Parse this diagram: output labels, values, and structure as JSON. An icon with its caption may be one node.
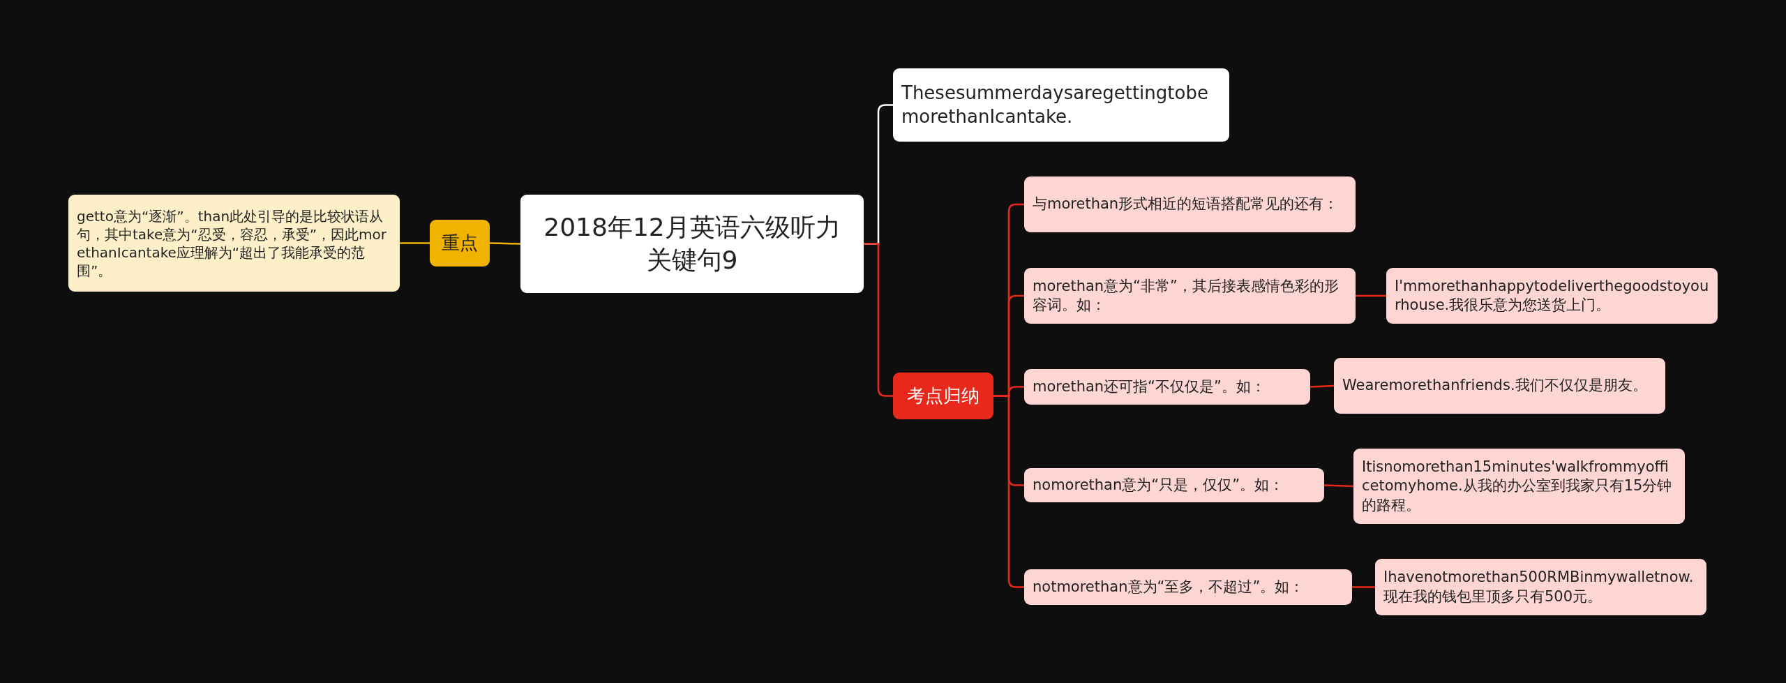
{
  "diagram": {
    "nodes": [
      {
        "text": [
          "2018年12月英语六级听力关键句9"
        ]
      },
      {
        "text": [
          "重点"
        ]
      },
      {
        "text": [
          "getto意为“逐渐”。than此处引导的是比较状语从句，其中take意为“忍受，容忍，承受”，因此morethanIcantake应理解为“超出了我能承受的范围”。"
        ]
      },
      {
        "text": [
          "ThesesummerdaysaregettingtobemorethanIcantake."
        ]
      },
      {
        "text": [
          "考点归纳"
        ]
      },
      {
        "text": [
          "与morethan形式相近的短语搭配常见的还有："
        ]
      },
      {
        "text": [
          "morethan意为“非常”，其后接表感情色彩的形容词。如："
        ]
      },
      {
        "text": [
          "I'mmorethanhappytodeliverthegoodstoyourhouse.我很乐意为您送货上门。"
        ]
      },
      {
        "text": [
          "morethan还可指“不仅仅是”。如："
        ]
      },
      {
        "text": [
          "Wearemorethanfriends.我们不仅仅是朋友。"
        ]
      },
      {
        "text": [
          "nomorethan意为“只是，仅仅”。如："
        ]
      },
      {
        "text": [
          "Itisnomorethan15minutes'walkfrommyofficetomyhome.从我的办公室到我家只有15分钟的路程。"
        ]
      },
      {
        "text": [
          "notmorethan意为“至多，不超过”。如："
        ]
      },
      {
        "text": [
          "Ihavenotmorethan500RMBinmywalletnow.现在我的钱包里顶多只有500元。"
        ]
      }
    ],
    "edges": [
      {
        "from": 0,
        "to": 1,
        "arrow": "none",
        "color": "#f0b400"
      },
      {
        "from": 1,
        "to": 2,
        "arrow": "none",
        "color": "#f0b400"
      },
      {
        "from": 0,
        "to": 3,
        "arrow": "none",
        "color": "#ffffff"
      },
      {
        "from": 0,
        "to": 4,
        "arrow": "none"
      },
      {
        "from": 4,
        "to": 5,
        "arrow": "none"
      },
      {
        "from": 4,
        "to": 6,
        "arrow": "none"
      },
      {
        "from": 4,
        "to": 8,
        "arrow": "none"
      },
      {
        "from": 4,
        "to": 10,
        "arrow": "none"
      },
      {
        "from": 4,
        "to": 12,
        "arrow": "none"
      },
      {
        "from": 6,
        "to": 7,
        "arrow": "none"
      },
      {
        "from": 8,
        "to": 9,
        "arrow": "none"
      },
      {
        "from": 10,
        "to": 11,
        "arrow": "none"
      },
      {
        "from": 12,
        "to": 13,
        "arrow": "none"
      }
    ]
  }
}
